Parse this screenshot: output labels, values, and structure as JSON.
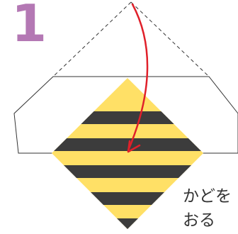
{
  "step": {
    "number": "1",
    "color": "#b478b4"
  },
  "instruction": {
    "lines": [
      "かどを",
      "おる"
    ],
    "color": "#333333"
  },
  "colors": {
    "paper_yellow": "#ffe066",
    "stripe_dark": "#3c3c3c",
    "outline": "#333333",
    "fold_line": "#333333",
    "arrow": "#e0202a"
  },
  "diagram": {
    "stripe_count": 5,
    "fold_line_style": "dashed",
    "arrow_icon": "fold-down-arrow-icon"
  }
}
